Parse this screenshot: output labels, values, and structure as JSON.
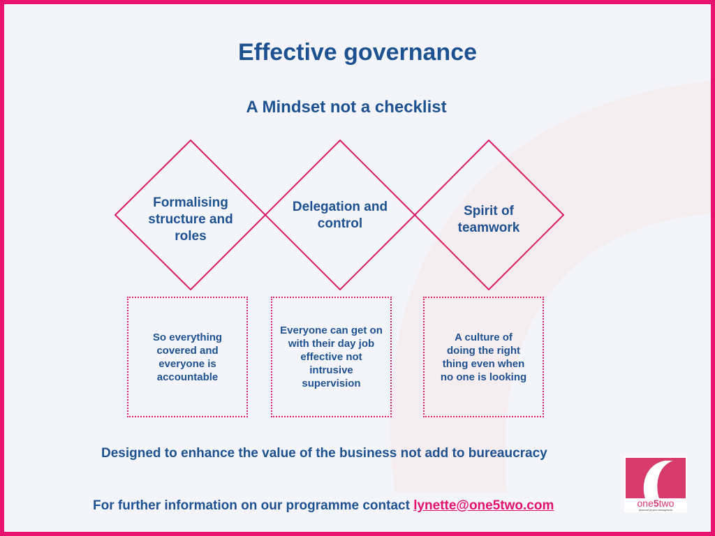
{
  "title": "Effective governance",
  "subtitle": "A Mindset not a checklist",
  "pillars": [
    {
      "heading": "Formalising structure and roles",
      "description": "So everything covered and everyone is accountable"
    },
    {
      "heading": "Delegation and control",
      "description": "Everyone can get on with their day job effective not intrusive supervision"
    },
    {
      "heading": "Spirit of teamwork",
      "description": "A culture of doing the right thing even when no one is looking"
    }
  ],
  "tagline": "Designed to enhance the  value of the business not add to bureaucracy",
  "contact": {
    "text": "For further information on our programme contact ",
    "email": "lynette@one5two.com"
  },
  "logo": {
    "brand": "one5two",
    "tagline": "financial project management"
  },
  "colors": {
    "accent": "#e8126f",
    "text": "#1e5190",
    "background": "#f3f5fb"
  }
}
